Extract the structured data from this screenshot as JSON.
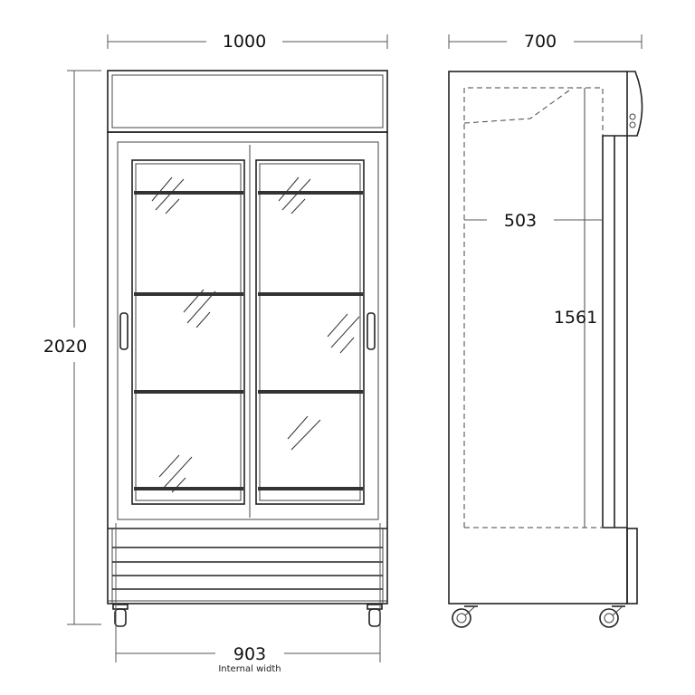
{
  "front_view": {
    "overall_width": "1000",
    "overall_height": "2020",
    "internal_width": "903",
    "internal_width_caption": "Internal width"
  },
  "side_view": {
    "overall_depth": "700",
    "internal_depth": "503",
    "internal_height": "1561"
  }
}
